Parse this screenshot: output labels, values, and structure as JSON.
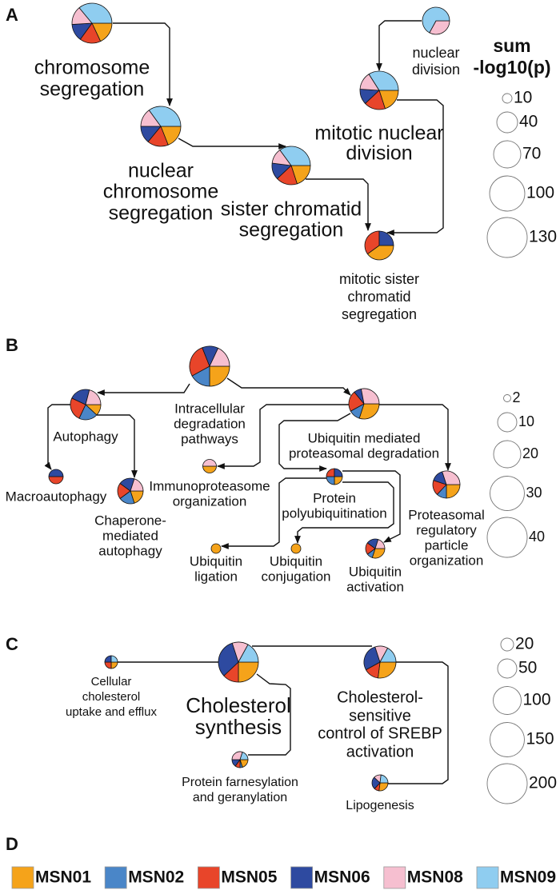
{
  "colors": {
    "MSN01": "#f5a31a",
    "MSN02": "#4a86c8",
    "MSN05": "#e8452a",
    "MSN06": "#2e4aa0",
    "MSN08": "#f6bfd0",
    "MSN09": "#8fcdf0"
  },
  "series_order": [
    "MSN01",
    "MSN02",
    "MSN05",
    "MSN06",
    "MSN08",
    "MSN09"
  ],
  "panels": {
    "A": {
      "letter": "A",
      "size_legend_title": [
        "sum",
        "-log10(p)"
      ],
      "size_legend": [
        "10",
        "40",
        "70",
        "100",
        "130"
      ],
      "nodes": {
        "chrom_seg": {
          "label": [
            "chromosome",
            "segregation"
          ],
          "parts": {
            "MSN01": 0.18,
            "MSN05": 0.17,
            "MSN06": 0.14,
            "MSN08": 0.15,
            "MSN09": 0.36
          }
        },
        "nuc_chrom_seg": {
          "label": [
            "nuclear",
            "chromosome",
            "segregation"
          ],
          "parts": {
            "MSN01": 0.19,
            "MSN05": 0.17,
            "MSN06": 0.14,
            "MSN08": 0.15,
            "MSN09": 0.35
          }
        },
        "sister_seg": {
          "label": [
            "sister chromatid",
            "segregation"
          ],
          "parts": {
            "MSN01": 0.2,
            "MSN05": 0.18,
            "MSN06": 0.14,
            "MSN08": 0.13,
            "MSN09": 0.35
          }
        },
        "mitotic_nuc_div": {
          "label": [
            "mitotic nuclear",
            "division"
          ],
          "parts": {
            "MSN01": 0.2,
            "MSN05": 0.18,
            "MSN06": 0.13,
            "MSN08": 0.15,
            "MSN09": 0.34
          }
        },
        "nuc_div": {
          "label": [
            "nuclear",
            "division"
          ],
          "parts": {
            "MSN08": 0.33,
            "MSN09": 0.67
          }
        },
        "mitotic_sister_seg": {
          "label": [
            "mitotic sister",
            "chromatid",
            "segregation"
          ],
          "parts": {
            "MSN01": 0.4,
            "MSN05": 0.35,
            "MSN06": 0.25
          }
        }
      },
      "edges": [
        [
          "chrom_seg",
          "nuc_chrom_seg"
        ],
        [
          "nuc_chrom_seg",
          "sister_seg"
        ],
        [
          "sister_seg",
          "mitotic_sister_seg"
        ],
        [
          "mitotic_nuc_div",
          "mitotic_sister_seg"
        ],
        [
          "nuc_div",
          "mitotic_nuc_div"
        ]
      ]
    },
    "B": {
      "letter": "B",
      "size_legend": [
        "2",
        "10",
        "20",
        "30",
        "40"
      ],
      "nodes": {
        "intra": {
          "label": [
            "Intracellular",
            "degradation",
            "pathways"
          ],
          "parts": {
            "MSN01": 0.25,
            "MSN02": 0.17,
            "MSN05": 0.27,
            "MSN06": 0.13,
            "MSN08": 0.18
          }
        },
        "autophagy": {
          "label": [
            "Autophagy"
          ],
          "parts": {
            "MSN01": 0.12,
            "MSN02": 0.2,
            "MSN05": 0.25,
            "MSN06": 0.22,
            "MSN08": 0.21
          }
        },
        "ubmed": {
          "label": [
            "Ubiquitin mediated",
            "proteasomal degradation"
          ],
          "parts": {
            "MSN01": 0.3,
            "MSN02": 0.12,
            "MSN05": 0.22,
            "MSN06": 0.08,
            "MSN08": 0.28
          }
        },
        "macro": {
          "label": [
            "Macroautophagy"
          ],
          "parts": {
            "MSN05": 0.5,
            "MSN06": 0.5
          }
        },
        "chaperone": {
          "label": [
            "Chaperone-",
            "mediated",
            "autophagy"
          ],
          "parts": {
            "MSN01": 0.2,
            "MSN02": 0.2,
            "MSN05": 0.2,
            "MSN06": 0.2,
            "MSN08": 0.2
          }
        },
        "immuno": {
          "label": [
            "Immunoproteasome",
            "organization"
          ],
          "parts": {
            "MSN01": 0.5,
            "MSN08": 0.5
          }
        },
        "polyubiq": {
          "label": [
            "Protein",
            "polyubiquitination"
          ],
          "parts": {
            "MSN01": 0.25,
            "MSN02": 0.25,
            "MSN05": 0.25,
            "MSN06": 0.25
          }
        },
        "proteasomal": {
          "label": [
            "Proteasomal",
            "regulatory",
            "particle",
            "organization"
          ],
          "parts": {
            "MSN01": 0.25,
            "MSN02": 0.12,
            "MSN05": 0.18,
            "MSN06": 0.15,
            "MSN08": 0.3
          }
        },
        "ligation": {
          "label": [
            "Ubiquitin",
            "ligation"
          ],
          "parts": {
            "MSN01": 1
          }
        },
        "conjugation": {
          "label": [
            "Ubiquitin",
            "conjugation"
          ],
          "parts": {
            "MSN01": 1
          }
        },
        "activation": {
          "label": [
            "Ubiquitin",
            "activation"
          ],
          "parts": {
            "MSN01": 0.3,
            "MSN02": 0.1,
            "MSN05": 0.2,
            "MSN06": 0.2,
            "MSN08": 0.2
          }
        }
      },
      "edges": [
        [
          "intra",
          "autophagy"
        ],
        [
          "intra",
          "ubmed"
        ],
        [
          "autophagy",
          "macro"
        ],
        [
          "autophagy",
          "chaperone"
        ],
        [
          "ubmed",
          "immuno"
        ],
        [
          "ubmed",
          "polyubiq"
        ],
        [
          "ubmed",
          "proteasomal"
        ],
        [
          "polyubiq",
          "ligation"
        ],
        [
          "polyubiq",
          "conjugation"
        ],
        [
          "polyubiq",
          "activation"
        ]
      ]
    },
    "C": {
      "letter": "C",
      "size_legend": [
        "20",
        "50",
        "100",
        "150",
        "200"
      ],
      "nodes": {
        "synth": {
          "label": [
            "Cholesterol",
            "synthesis"
          ],
          "parts": {
            "MSN01": 0.25,
            "MSN05": 0.13,
            "MSN06": 0.32,
            "MSN08": 0.13,
            "MSN09": 0.17
          }
        },
        "cellular": {
          "label": [
            "Cellular",
            "cholesterol",
            "uptake and efflux"
          ],
          "parts": {
            "MSN01": 0.25,
            "MSN05": 0.25,
            "MSN06": 0.25,
            "MSN09": 0.25
          }
        },
        "sensitive": {
          "label": [
            "Cholesterol-",
            "sensitive",
            "control of SREBP",
            "activation"
          ],
          "parts": {
            "MSN01": 0.27,
            "MSN05": 0.15,
            "MSN06": 0.28,
            "MSN08": 0.13,
            "MSN09": 0.17
          }
        },
        "farnesyl": {
          "label": [
            "Protein farnesylation",
            "and geranylation"
          ],
          "parts": {
            "MSN01": 0.2,
            "MSN02": 0.05,
            "MSN05": 0.1,
            "MSN06": 0.15,
            "MSN08": 0.3,
            "MSN09": 0.2
          }
        },
        "lipogenesis": {
          "label": [
            "Lipogenesis"
          ],
          "parts": {
            "MSN01": 0.27,
            "MSN05": 0.1,
            "MSN06": 0.25,
            "MSN08": 0.15,
            "MSN09": 0.23
          }
        }
      },
      "edges": [
        [
          "synth",
          "cellular"
        ],
        [
          "synth",
          "sensitive"
        ],
        [
          "synth",
          "farnesyl"
        ],
        [
          "sensitive",
          "lipogenesis"
        ]
      ]
    },
    "D": {
      "letter": "D",
      "legend": [
        "MSN01",
        "MSN02",
        "MSN05",
        "MSN06",
        "MSN08",
        "MSN09"
      ]
    }
  }
}
